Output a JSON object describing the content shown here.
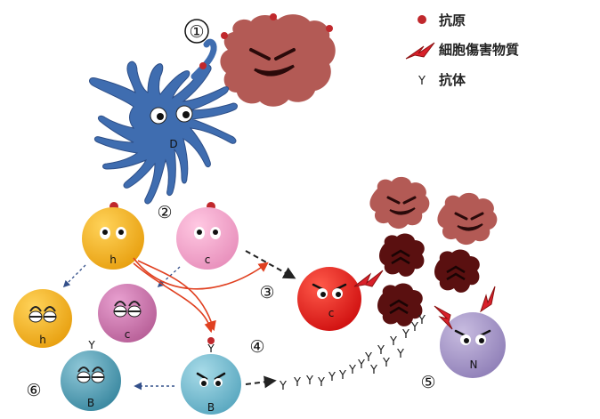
{
  "legend": {
    "antigen": "抗原",
    "cytotoxic": "細胞傷害物質",
    "antibody_symbol": "Y",
    "antibody": "抗体"
  },
  "steps": [
    "①",
    "②",
    "③",
    "④",
    "⑤",
    "⑥"
  ],
  "cells": {
    "dendritic": "D",
    "helper": "h",
    "cytotoxic_t": "c",
    "memory_h": "h",
    "memory_c": "c",
    "b_cell": "B",
    "memory_b": "B",
    "killer_c": "c",
    "nk": "N"
  },
  "antibody_glyph": "Y",
  "colors": {
    "antigen": "#c0282c",
    "virus": "#b35a55",
    "infected": "#5a1010",
    "dendritic": "#3f6db0",
    "helper": "#f2b21b",
    "cytotoxic_pink": "#f0a0c8",
    "bcell": "#7fc0d0",
    "killer": "#e02020",
    "nk": "#a898c8",
    "arrow_red": "#e04020"
  }
}
